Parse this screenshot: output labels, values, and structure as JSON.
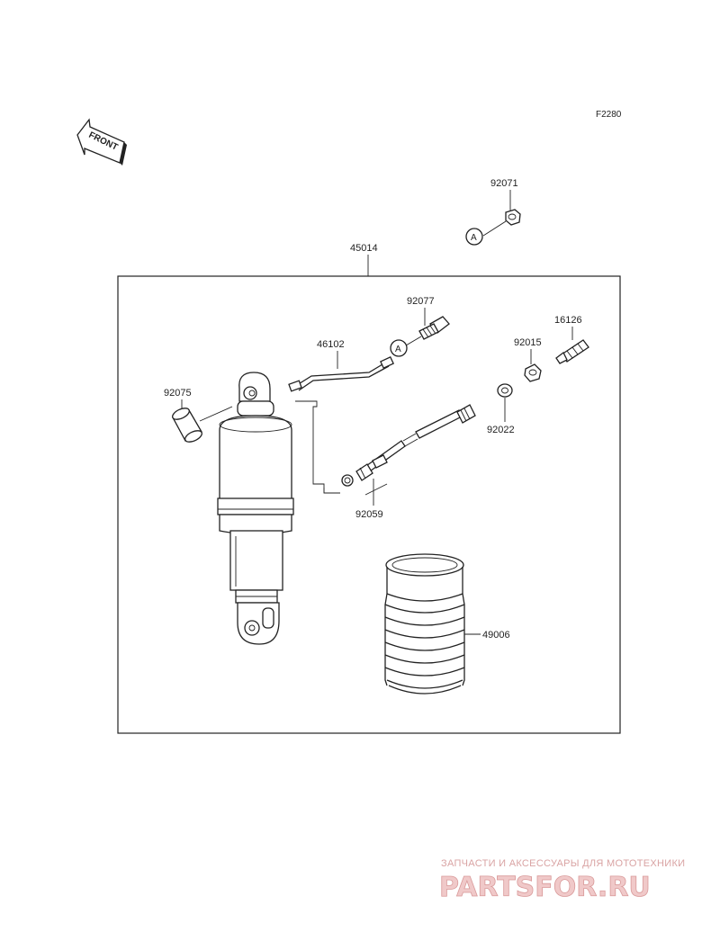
{
  "ref_code": "F2280",
  "front_arrow_text": "FRONT",
  "callout_letter": "A",
  "parts": {
    "p45014": "45014",
    "p92071": "92071",
    "p92077": "92077",
    "p16126": "16126",
    "p46102": "46102",
    "p92015": "92015",
    "p92075": "92075",
    "p92022": "92022",
    "p92059": "92059",
    "p49006": "49006"
  },
  "watermark": {
    "tagline": "ЗАПЧАСТИ И АКСЕССУАРЫ ДЛЯ МОТОТЕХНИКИ",
    "logo": "PARTSFOR.RU"
  }
}
